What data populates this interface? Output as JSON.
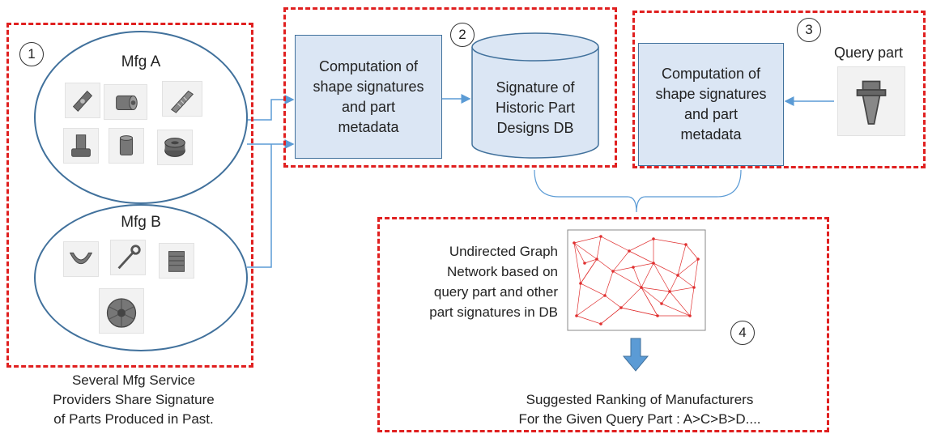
{
  "region1": {
    "badge": "1",
    "mfg_a": {
      "title": "Mfg A"
    },
    "mfg_b": {
      "title": "Mfg B"
    },
    "caption": [
      "Several Mfg Service",
      "Providers Share Signature",
      "of Parts Produced in Past."
    ]
  },
  "region2": {
    "badge": "2",
    "computation_box": [
      "Computation of",
      "shape signatures",
      "and part",
      "metadata"
    ],
    "db_label": [
      "Signature of",
      "Historic Part",
      "Designs DB"
    ]
  },
  "region3": {
    "badge": "3",
    "computation_box": [
      "Computation of",
      "shape signatures",
      "and part",
      "metadata"
    ],
    "query_label": "Query part"
  },
  "region4": {
    "badge": "4",
    "graph_text": [
      "Undirected Graph",
      "Network based on",
      "query part and other",
      "part signatures in DB"
    ],
    "ranking_text": [
      "Suggested Ranking of Manufacturers",
      "For the Given Query Part : A>C>B>D...."
    ]
  },
  "colors": {
    "dash": "#e02020",
    "box_fill": "#dbe6f4",
    "box_border": "#41719c",
    "connector": "#5b9bd5",
    "graph": "#e03030"
  }
}
